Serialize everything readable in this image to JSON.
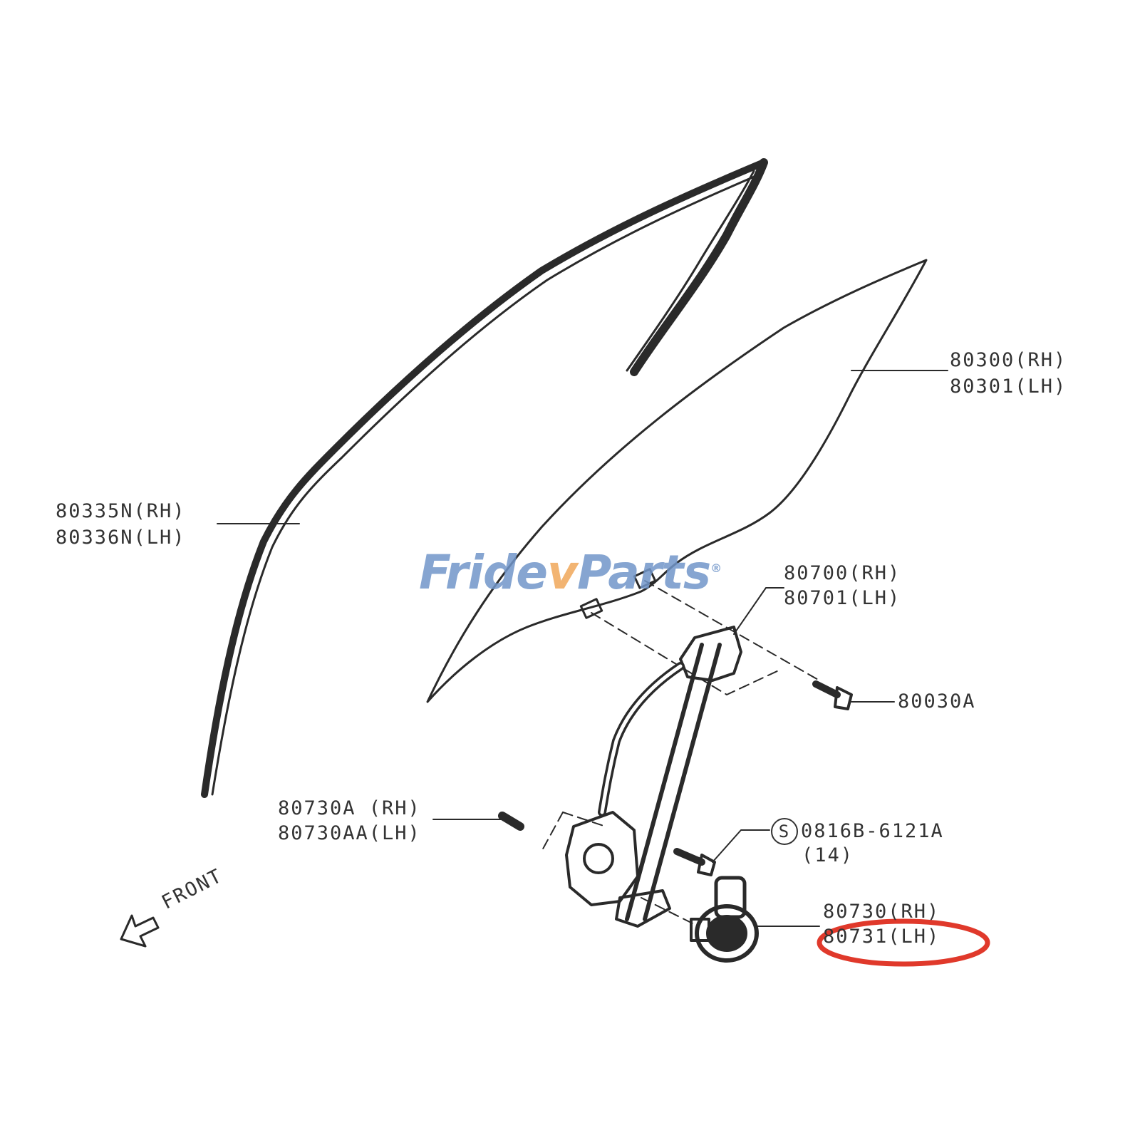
{
  "watermark": {
    "part1": "Fride",
    "part2": "v",
    "part3": "Parts",
    "mark": "®"
  },
  "labels": {
    "glass_rh": "80300(RH)",
    "glass_lh": "80301(LH)",
    "sash_rh": "80335N(RH)",
    "sash_lh": "80336N(LH)",
    "regulator_rh": "80700(RH)",
    "regulator_lh": "80701(LH)",
    "bolt": "80030A",
    "bracket_rh": "80730A (RH)",
    "bracket_lh": "80730AA(LH)",
    "screw_id": "0816B-6121A",
    "screw_qty": "(14)",
    "screw_symbol": "S",
    "motor_rh": "80730(RH)",
    "motor_lh": "80731(LH)",
    "front": "FRONT"
  },
  "colors": {
    "line": "#2a2a2a",
    "highlight": "#e0392b",
    "watermark_blue": "#7196c9",
    "watermark_orange": "#f0a85a"
  }
}
